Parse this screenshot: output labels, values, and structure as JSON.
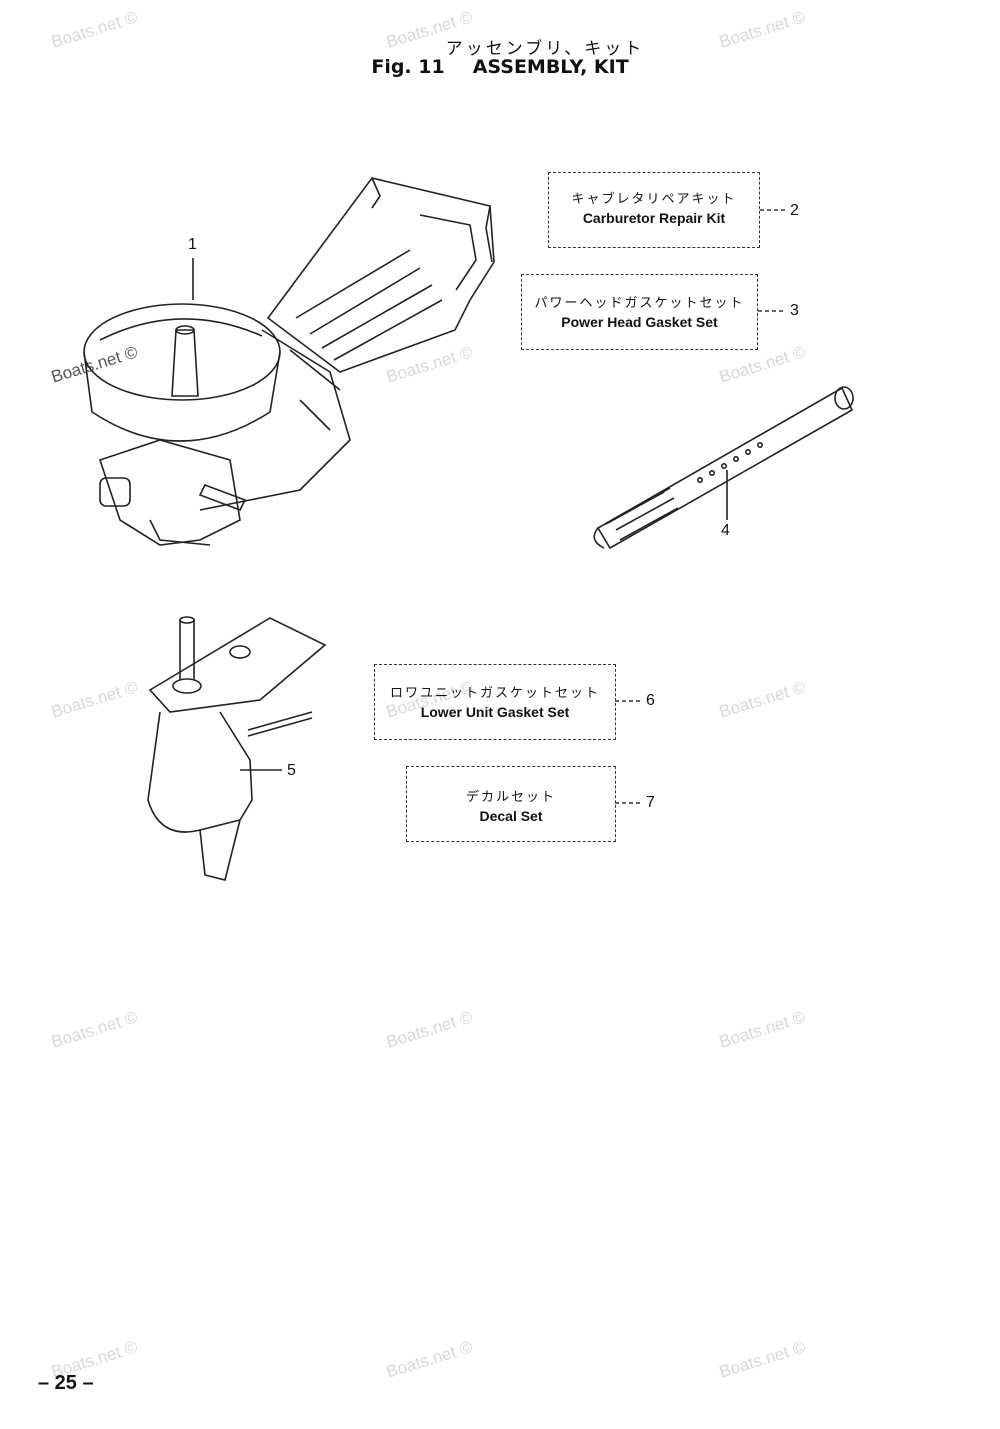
{
  "header": {
    "title_jp": "アッセンブリ、キット",
    "fig_number": "Fig. 11",
    "fig_title": "ASSEMBLY, KIT"
  },
  "parts": [
    {
      "callout": "1"
    },
    {
      "callout": "2",
      "label_jp": "キャブレタリペアキット",
      "label_en": "Carburetor Repair Kit"
    },
    {
      "callout": "3",
      "label_jp": "パワーヘッドガスケットセット",
      "label_en": "Power Head Gasket Set"
    },
    {
      "callout": "4"
    },
    {
      "callout": "5"
    },
    {
      "callout": "6",
      "label_jp": "ロワユニットガスケットセット",
      "label_en": "Lower Unit Gasket Set"
    },
    {
      "callout": "7",
      "label_jp": "デカルセット",
      "label_en": "Decal Set"
    }
  ],
  "watermark": "Boats.net ©",
  "footer": {
    "page_number": "– 25 –"
  }
}
